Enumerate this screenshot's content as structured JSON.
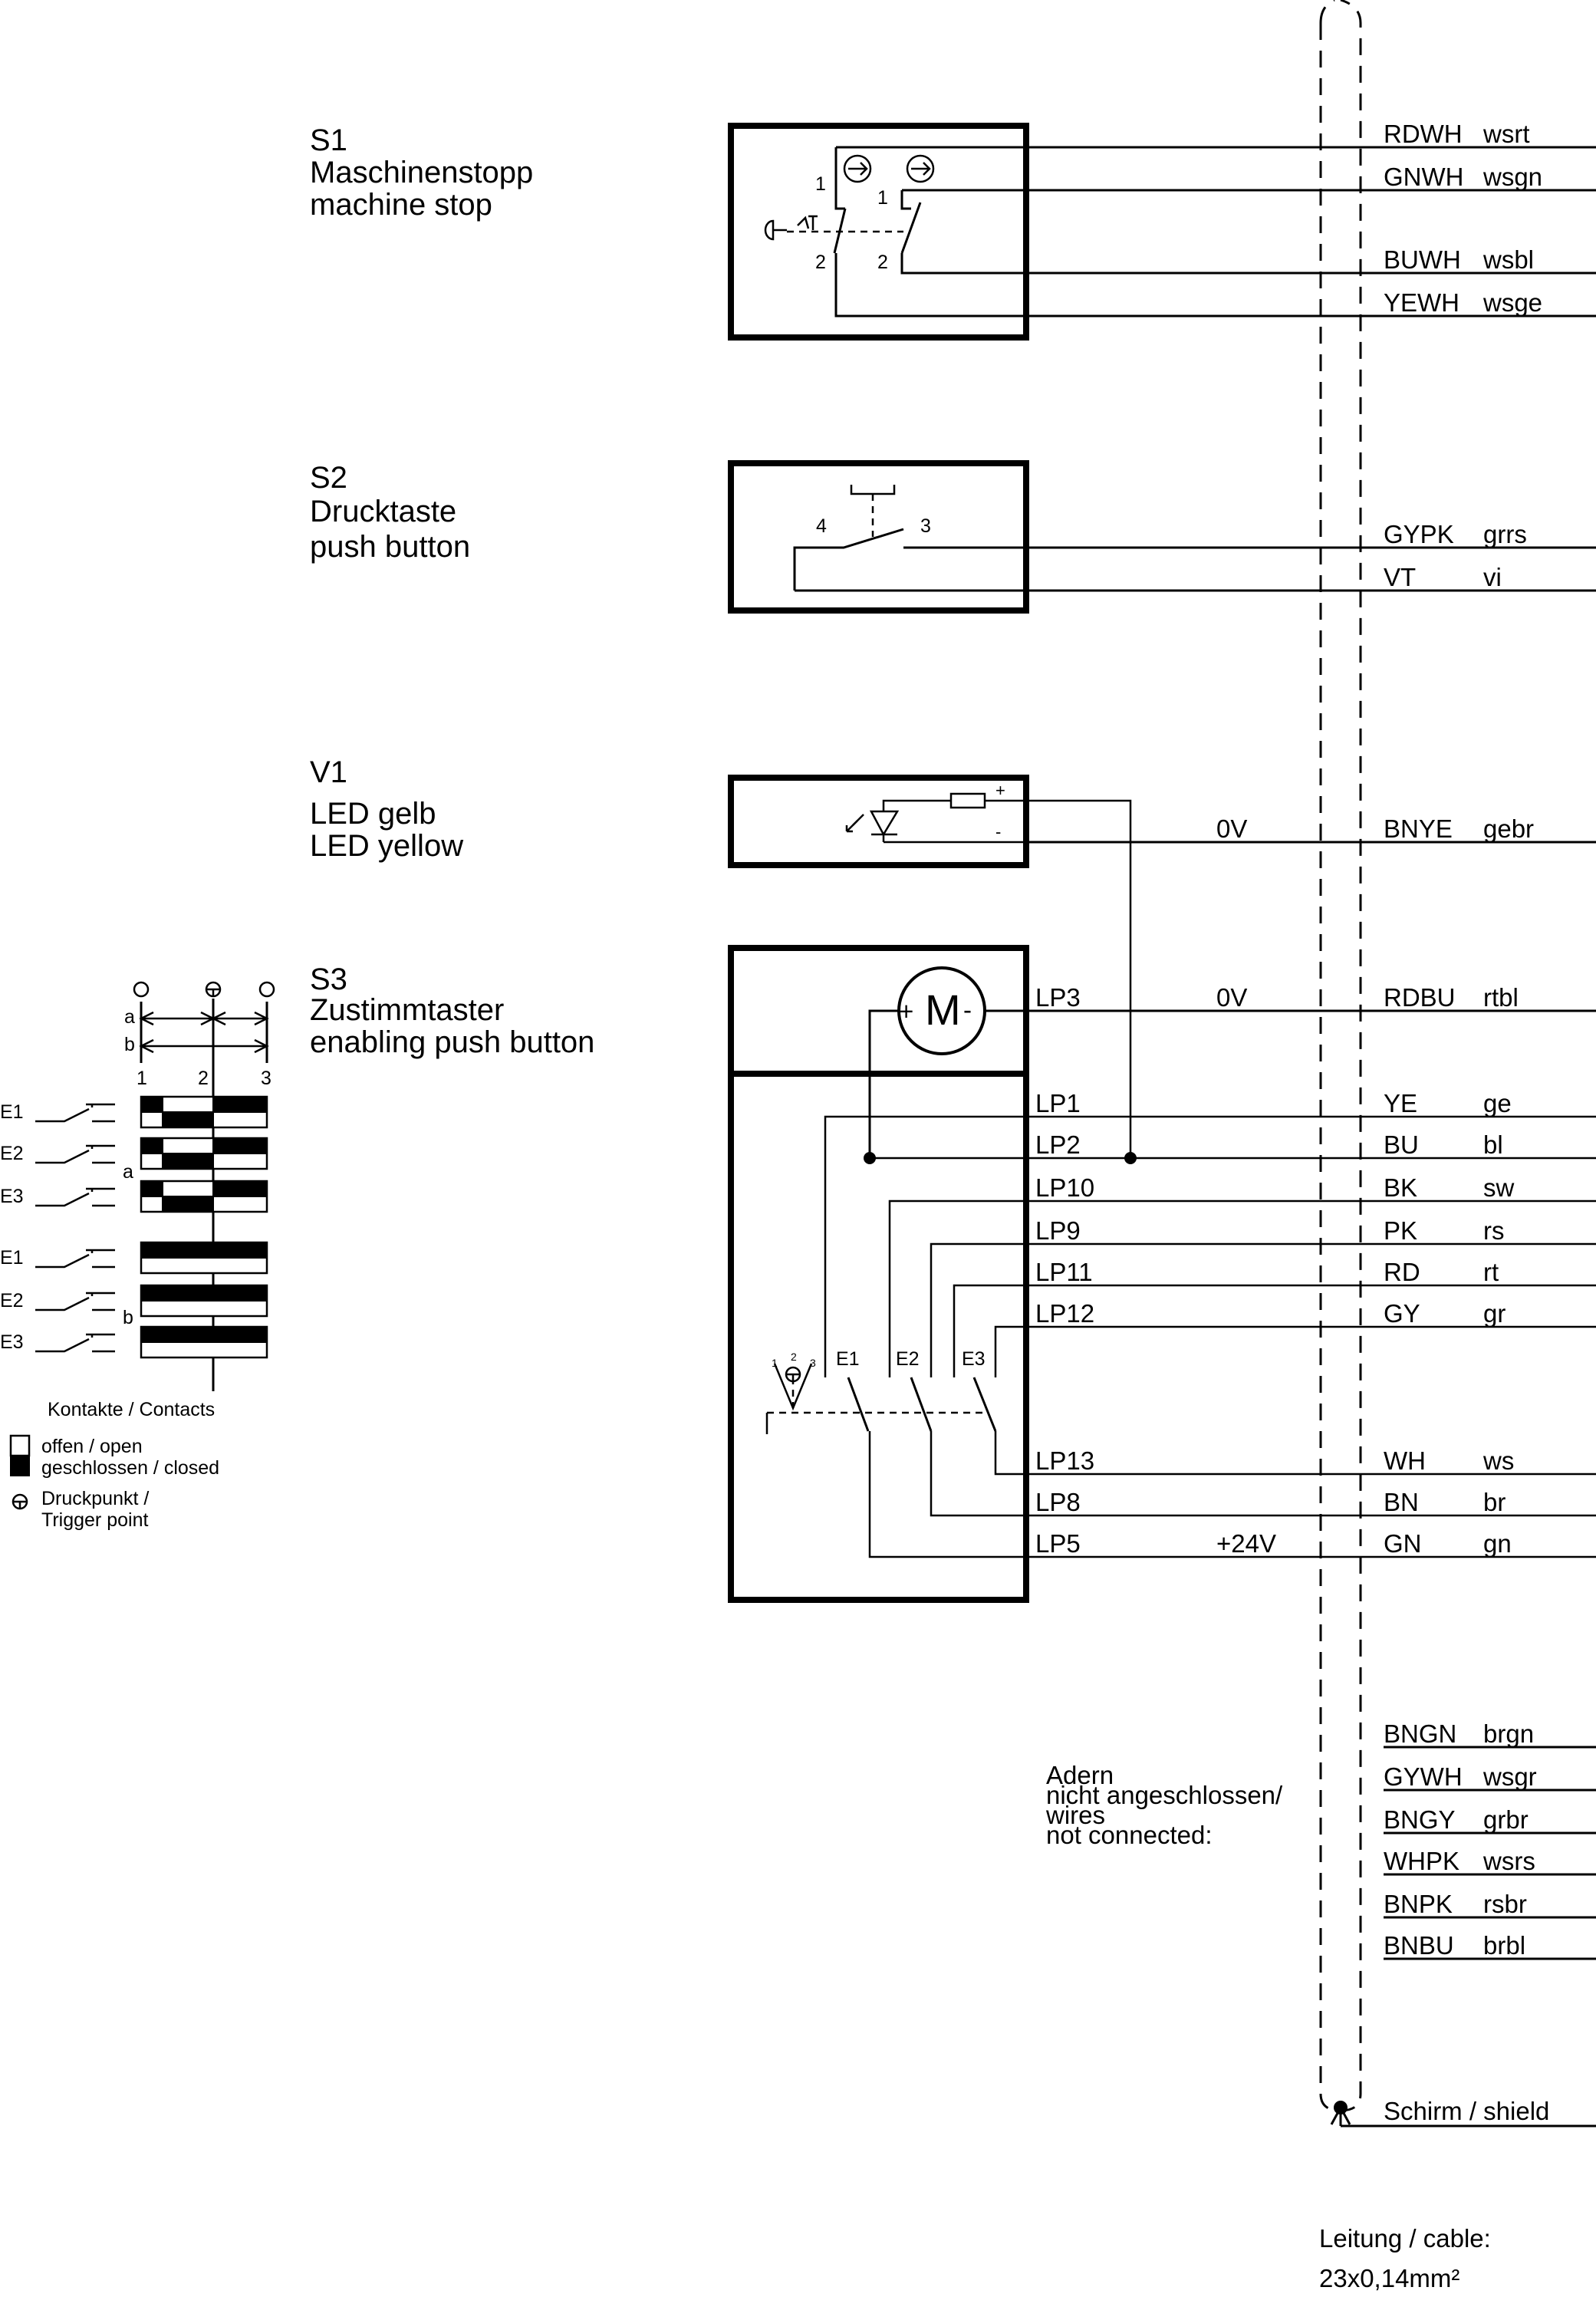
{
  "components": {
    "s1": {
      "id": "S1",
      "name_de": "Maschinenstopp",
      "name_en": "machine stop",
      "pins": [
        "1",
        "1",
        "2",
        "2"
      ]
    },
    "s2": {
      "id": "S2",
      "name_de": "Drucktaste",
      "name_en": "push button",
      "pins": [
        "4",
        "3"
      ]
    },
    "v1": {
      "id": "V1",
      "name_de": "LED gelb",
      "name_en": "LED yellow",
      "plus": "+",
      "minus": "-"
    },
    "s3": {
      "id": "S3",
      "name_de": "Zustimmtaster",
      "name_en": "enabling push button",
      "contacts": [
        "E1",
        "E2",
        "E3"
      ],
      "motor": "M",
      "motor_plus": "+",
      "motor_minus": "-"
    }
  },
  "wires": [
    {
      "lp": "",
      "signal": "",
      "code": "RDWH",
      "color_de": "wsrt"
    },
    {
      "lp": "",
      "signal": "",
      "code": "GNWH",
      "color_de": "wsgn"
    },
    {
      "lp": "",
      "signal": "",
      "code": "BUWH",
      "color_de": "wsbl"
    },
    {
      "lp": "",
      "signal": "",
      "code": "YEWH",
      "color_de": "wsge"
    },
    {
      "lp": "",
      "signal": "",
      "code": "GYPK",
      "color_de": "grrs"
    },
    {
      "lp": "",
      "signal": "",
      "code": "VT",
      "color_de": "vi"
    },
    {
      "lp": "",
      "signal": "0V",
      "code": "BNYE",
      "color_de": "gebr"
    },
    {
      "lp": "LP3",
      "signal": "0V",
      "code": "RDBU",
      "color_de": "rtbl"
    },
    {
      "lp": "LP1",
      "signal": "",
      "code": "YE",
      "color_de": "ge"
    },
    {
      "lp": "LP2",
      "signal": "",
      "code": "BU",
      "color_de": "bl"
    },
    {
      "lp": "LP10",
      "signal": "",
      "code": "BK",
      "color_de": "sw"
    },
    {
      "lp": "LP9",
      "signal": "",
      "code": "PK",
      "color_de": "rs"
    },
    {
      "lp": "LP11",
      "signal": "",
      "code": "RD",
      "color_de": "rt"
    },
    {
      "lp": "LP12",
      "signal": "",
      "code": "GY",
      "color_de": "gr"
    },
    {
      "lp": "LP13",
      "signal": "",
      "code": "WH",
      "color_de": "ws"
    },
    {
      "lp": "LP8",
      "signal": "",
      "code": "BN",
      "color_de": "br"
    },
    {
      "lp": "LP5",
      "signal": "+24V",
      "code": "GN",
      "color_de": "gn"
    }
  ],
  "unconnected": {
    "label_lines": [
      "Adern",
      "nicht angeschlossen/",
      "wires",
      "not connected:"
    ],
    "wires": [
      {
        "code": "BNGN",
        "color_de": "brgn"
      },
      {
        "code": "GYWH",
        "color_de": "wsgr"
      },
      {
        "code": "BNGY",
        "color_de": "grbr"
      },
      {
        "code": "WHPK",
        "color_de": "wsrs"
      },
      {
        "code": "BNPK",
        "color_de": "rsbr"
      },
      {
        "code": "BNBU",
        "color_de": "brbl"
      }
    ]
  },
  "shield": {
    "label": "Schirm / shield"
  },
  "cable": {
    "label": "Leitung / cable:",
    "spec": "23x0,14mm²"
  },
  "contact_diagram": {
    "positions": [
      "1",
      "2",
      "3"
    ],
    "ranges": [
      "a",
      "b"
    ],
    "group_labels": [
      "a",
      "b"
    ],
    "rows": [
      "E1",
      "E2",
      "E3",
      "E1",
      "E2",
      "E3"
    ],
    "caption": "Kontakte / Contacts",
    "legend": {
      "open": "offen / open",
      "closed": "geschlossen / closed",
      "trigger_line1": "Druckpunkt /",
      "trigger_line2": "Trigger point"
    }
  }
}
